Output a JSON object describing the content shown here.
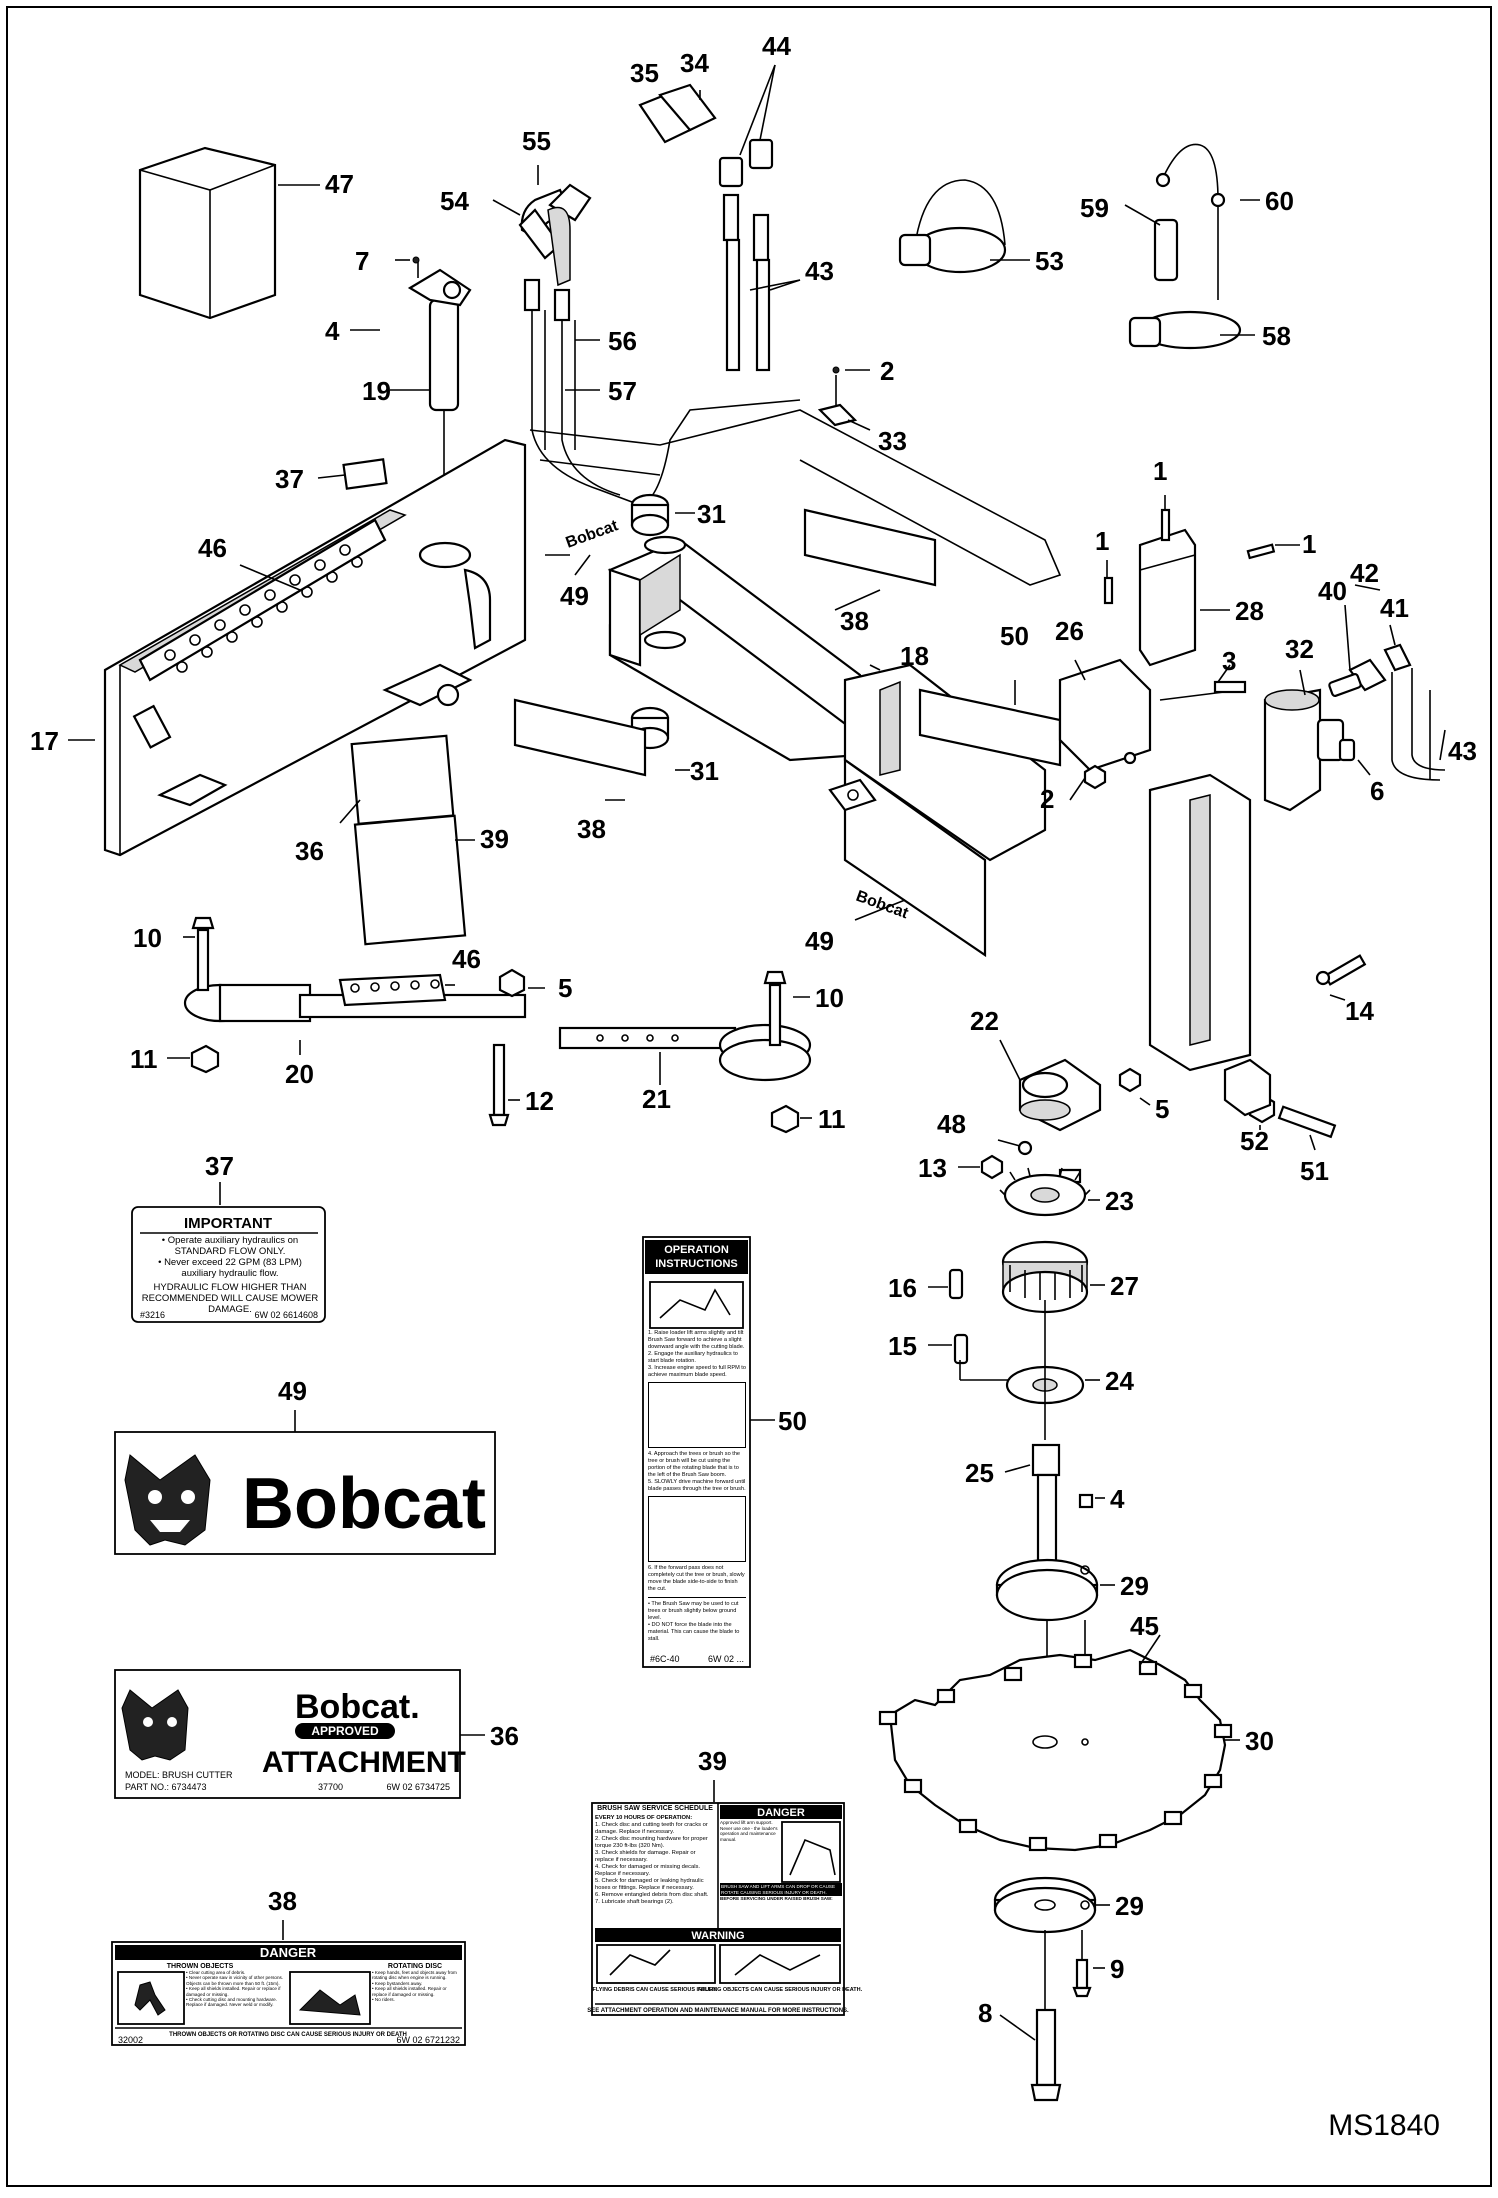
{
  "diagram": {
    "drawing_id": "MS1840",
    "callouts": [
      {
        "id": "c47",
        "n": "47"
      },
      {
        "id": "c7",
        "n": "7"
      },
      {
        "id": "c4a",
        "n": "4"
      },
      {
        "id": "c19",
        "n": "19"
      },
      {
        "id": "c55",
        "n": "55"
      },
      {
        "id": "c54",
        "n": "54"
      },
      {
        "id": "c56",
        "n": "56"
      },
      {
        "id": "c57",
        "n": "57"
      },
      {
        "id": "c35",
        "n": "35"
      },
      {
        "id": "c34",
        "n": "34"
      },
      {
        "id": "c44",
        "n": "44"
      },
      {
        "id": "c43a",
        "n": "43"
      },
      {
        "id": "c53",
        "n": "53"
      },
      {
        "id": "c59",
        "n": "59"
      },
      {
        "id": "c60",
        "n": "60"
      },
      {
        "id": "c58",
        "n": "58"
      },
      {
        "id": "c2a",
        "n": "2"
      },
      {
        "id": "c33",
        "n": "33"
      },
      {
        "id": "c37a",
        "n": "37"
      },
      {
        "id": "c31a",
        "n": "31"
      },
      {
        "id": "c46a",
        "n": "46"
      },
      {
        "id": "c49a",
        "n": "49"
      },
      {
        "id": "c38a",
        "n": "38"
      },
      {
        "id": "c1a",
        "n": "1"
      },
      {
        "id": "c1b",
        "n": "1"
      },
      {
        "id": "c1c",
        "n": "1"
      },
      {
        "id": "c28",
        "n": "28"
      },
      {
        "id": "c42",
        "n": "42"
      },
      {
        "id": "c40",
        "n": "40"
      },
      {
        "id": "c41",
        "n": "41"
      },
      {
        "id": "c32",
        "n": "32"
      },
      {
        "id": "c43b",
        "n": "43"
      },
      {
        "id": "c6",
        "n": "6"
      },
      {
        "id": "c26",
        "n": "26"
      },
      {
        "id": "c3",
        "n": "3"
      },
      {
        "id": "c50a",
        "n": "50"
      },
      {
        "id": "c18",
        "n": "18"
      },
      {
        "id": "c17",
        "n": "17"
      },
      {
        "id": "c31b",
        "n": "31"
      },
      {
        "id": "c2b",
        "n": "2"
      },
      {
        "id": "c38b",
        "n": "38"
      },
      {
        "id": "c36a",
        "n": "36"
      },
      {
        "id": "c39a",
        "n": "39"
      },
      {
        "id": "c49b",
        "n": "49"
      },
      {
        "id": "c10a",
        "n": "10"
      },
      {
        "id": "c46b",
        "n": "46"
      },
      {
        "id": "c5a",
        "n": "5"
      },
      {
        "id": "c10b",
        "n": "10"
      },
      {
        "id": "c11a",
        "n": "11"
      },
      {
        "id": "c20",
        "n": "20"
      },
      {
        "id": "c12",
        "n": "12"
      },
      {
        "id": "c21",
        "n": "21"
      },
      {
        "id": "c11b",
        "n": "11"
      },
      {
        "id": "c14",
        "n": "14"
      },
      {
        "id": "c22",
        "n": "22"
      },
      {
        "id": "c5b",
        "n": "5"
      },
      {
        "id": "c52",
        "n": "52"
      },
      {
        "id": "c51",
        "n": "51"
      },
      {
        "id": "c48",
        "n": "48"
      },
      {
        "id": "c13",
        "n": "13"
      },
      {
        "id": "c23",
        "n": "23"
      },
      {
        "id": "c16",
        "n": "16"
      },
      {
        "id": "c27",
        "n": "27"
      },
      {
        "id": "c15",
        "n": "15"
      },
      {
        "id": "c24",
        "n": "24"
      },
      {
        "id": "c25",
        "n": "25"
      },
      {
        "id": "c4b",
        "n": "4"
      },
      {
        "id": "c29a",
        "n": "29"
      },
      {
        "id": "c45",
        "n": "45"
      },
      {
        "id": "c30",
        "n": "30"
      },
      {
        "id": "c29b",
        "n": "29"
      },
      {
        "id": "c9",
        "n": "9"
      },
      {
        "id": "c8",
        "n": "8"
      },
      {
        "id": "c37b",
        "n": "37"
      },
      {
        "id": "c49c",
        "n": "49"
      },
      {
        "id": "c50b",
        "n": "50"
      },
      {
        "id": "c36b",
        "n": "36"
      },
      {
        "id": "c39b",
        "n": "39"
      },
      {
        "id": "c38c",
        "n": "38"
      }
    ]
  },
  "decal_37": {
    "title": "IMPORTANT",
    "bullet1": "• Operate auxiliary hydraulics on STANDARD FLOW ONLY.",
    "bullet2": "• Never exceed 22 GPM (83 LPM) auxiliary hydraulic flow.",
    "warning": "HYDRAULIC FLOW HIGHER THAN RECOMMENDED WILL CAUSE MOWER DAMAGE.",
    "footer_left": "#3216",
    "footer_right": "6W 02 6614608"
  },
  "decal_49": {
    "brand": "Bobcat"
  },
  "decal_36": {
    "brand": "Bobcat.",
    "approved": "APPROVED",
    "attachment": "ATTACHMENT",
    "model": "MODEL:   BRUSH CUTTER",
    "part_no": "PART NO.: 6734473",
    "code_left": "37700",
    "code_right": "6W 02 6734725"
  },
  "decal_50": {
    "title": "OPERATION INSTRUCTIONS",
    "step1": "1. Raise loader lift arms slightly and tilt Brush Saw forward to achieve a slight downward angle with the cutting blade.",
    "step2": "2. Engage the auxiliary hydraulics to start blade rotation.",
    "step3": "3. Increase engine speed to full RPM to achieve maximum blade speed.",
    "step4": "4. Approach the trees or brush so the tree or brush will be cut using the portion of the rotating blade that is to the left of the Brush Saw boom.",
    "step5": "5. SLOWLY drive machine forward until blade passes through the tree or brush.",
    "step6": "6. If the forward pass does not completely cut the tree or brush, slowly move the blade side-to-side to finish the cut.",
    "note1": "• The Brush Saw may be used to cut trees or brush slightly below ground level.",
    "note2": "• DO NOT force the blade into the material. This can cause the blade to stall.",
    "footer_left": "#6C-40",
    "footer_right": "6W 02 ..."
  },
  "decal_39": {
    "schedule_title": "BRUSH SAW SERVICE SCHEDULE",
    "schedule_sub": "EVERY 10 HOURS OF OPERATION:",
    "s1": "1. Check disc and cutting teeth for cracks or damage. Replace if necessary.",
    "s2": "2. Check disc mounting hardware for proper torque 230 ft-lbs (320 Nm).",
    "s3": "3. Check shields for damage. Repair or replace if necessary.",
    "s4": "4. Check for damaged or missing decals. Replace if necessary.",
    "s5": "5. Check for damaged or leaking hydraulic hoses or fittings. Replace if necessary.",
    "s6": "6. Remove entangled debris from disc shaft.",
    "s7": "7. Lubricate shaft bearings (2).",
    "danger": "DANGER",
    "danger_text": "Approved lift arm support. Never use one - the loader's operation and maintenance manual.",
    "strip1": "BRUSH SAW AND LIFT ARMS CAN DROP OR CAUSE ROTATE CAUSING SERIOUS INJURY OR DEATH.",
    "strip2": "BEFORE SERVICING UNDER RAISED BRUSH SAW:",
    "warning": "WARNING",
    "flying": "FLYING DEBRIS CAN CAUSE SERIOUS INJURY.",
    "falling": "FALLING OBJECTS CAN CAUSE SERIOUS INJURY OR DEATH.",
    "footer": "SEE ATTACHMENT OPERATION AND MAINTENANCE MANUAL FOR MORE INSTRUCTIONS."
  },
  "decal_38": {
    "danger": "DANGER",
    "left_title": "THROWN OBJECTS",
    "right_title": "ROTATING DISC",
    "left1": "• Clear cutting area of debris.",
    "left2": "• Never operate saw in vicinity of other persons. Objects can be thrown more than 50 ft. (15m).",
    "left3": "• Keep all shields installed. Repair or replace if damaged or missing.",
    "left4": "• Check cutting disc and mounting hardware. Replace if damaged. Never weld or modify.",
    "right1": "• Keep hands, feet and objects away from rotating disc when engine is running.",
    "right2": "• Keep bystanders away.",
    "right3": "• Keep all shields installed. Repair or replace if damaged or missing.",
    "right4": "• No riders.",
    "footer": "THROWN OBJECTS OR ROTATING DISC CAN CAUSE SERIOUS INJURY OR DEATH",
    "code_left": "32002",
    "code_right": "6W 02 6721232"
  },
  "colors": {
    "ink": "#000000",
    "paper": "#ffffff",
    "shade": "#d9d9d9"
  }
}
